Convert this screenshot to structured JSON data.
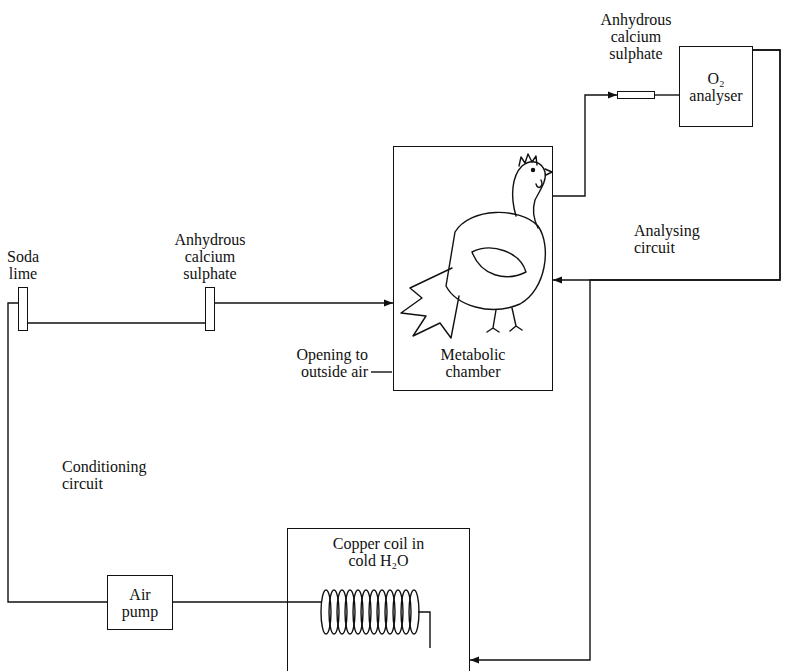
{
  "diagram": {
    "nodes": [
      {
        "text": [
          "Soda lime"
        ]
      },
      {
        "text": [
          "Anhydrous calcium sulphate"
        ]
      },
      {
        "text": [
          "Metabolic chamber"
        ]
      },
      {
        "text": [
          "Anhydrous calcium sulphate"
        ]
      },
      {
        "text": [
          "O₂ analyser"
        ]
      },
      {
        "text": [
          "Air pump"
        ]
      },
      {
        "text": [
          "Copper coil in cold H₂O"
        ]
      }
    ],
    "edges": [
      {
        "from": 0,
        "to": 1,
        "arrow": "none"
      },
      {
        "from": 1,
        "to": 2,
        "arrow": "to"
      },
      {
        "from": 2,
        "to": 3,
        "arrow": "to"
      },
      {
        "from": 3,
        "to": 4,
        "arrow": "none"
      },
      {
        "from": 4,
        "to": 2,
        "arrow": "to"
      },
      {
        "from": 4,
        "to": 6,
        "arrow": "to"
      },
      {
        "from": 6,
        "to": 5,
        "arrow": "none"
      },
      {
        "from": 5,
        "to": 0,
        "arrow": "none"
      }
    ],
    "labels": [
      "Opening to outside air",
      "Analysing circuit",
      "Conditioning circuit"
    ]
  }
}
